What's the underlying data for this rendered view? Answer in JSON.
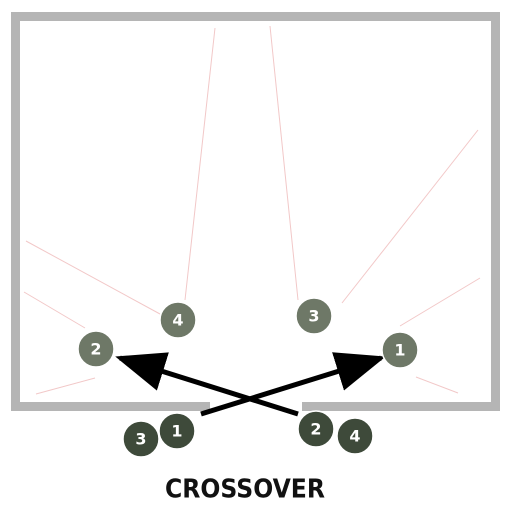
{
  "title": "CROSSOVER",
  "colors": {
    "wall": "#b5b5b5",
    "guide_line": "#f2c8c8",
    "arrow": "#000000",
    "court_player": "#6e7867",
    "baseline_player": "#3e4a3a",
    "player_text": "#ffffff",
    "title_text": "#111111"
  },
  "players": {
    "court_left_2": {
      "label": "2"
    },
    "court_left_4": {
      "label": "4"
    },
    "court_right_3": {
      "label": "3"
    },
    "court_right_1": {
      "label": "1"
    },
    "baseline_left_3": {
      "label": "3"
    },
    "baseline_left_1": {
      "label": "1"
    },
    "baseline_right_2": {
      "label": "2"
    },
    "baseline_right_4": {
      "label": "4"
    }
  }
}
